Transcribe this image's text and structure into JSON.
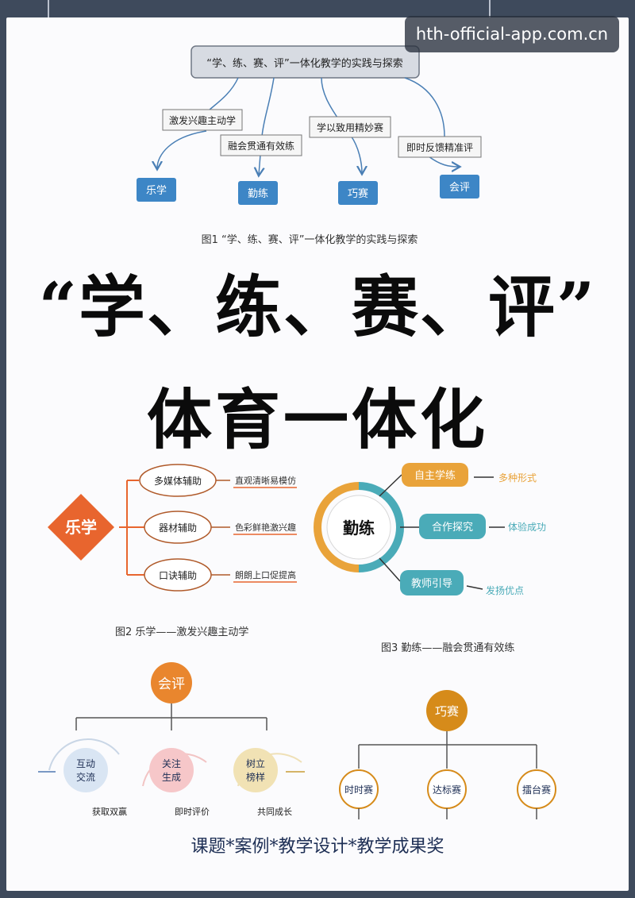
{
  "watermark": "hth-official-app.com.cn",
  "fig1": {
    "root": "“学、练、赛、评”一体化教学的实践与探索",
    "branches": [
      {
        "label": "激发兴趣主动学",
        "target": "乐学"
      },
      {
        "label": "融会贯通有效练",
        "target": "勤练"
      },
      {
        "label": "学以致用精妙赛",
        "target": "巧赛"
      },
      {
        "label": "即时反馈精准评",
        "target": "会评"
      }
    ],
    "caption": "图1 “学、练、赛、评”一体化教学的实践与探索"
  },
  "headline": {
    "line1": "“学、练、赛、评”",
    "line2": "体育一体化"
  },
  "fig2": {
    "center": "乐学",
    "items": [
      {
        "label": "多媒体辅助",
        "desc": "直观清晰易模仿"
      },
      {
        "label": "器材辅助",
        "desc": "色彩鲜艳激兴趣"
      },
      {
        "label": "口诀辅助",
        "desc": "朗朗上口促提高"
      }
    ],
    "caption": "图2 乐学——激发兴趣主动学"
  },
  "fig3": {
    "center": "勤练",
    "items": [
      {
        "label": "自主学练",
        "desc": "多种形式"
      },
      {
        "label": "合作探究",
        "desc": "体验成功"
      },
      {
        "label": "教师引导",
        "desc": "发扬优点"
      }
    ],
    "caption": "图3 勤练——融会贯通有效练"
  },
  "fig4": {
    "center": "会评",
    "items": [
      {
        "label": "互动交流",
        "desc": "获取双赢"
      },
      {
        "label": "关注生成",
        "desc": "即时评价"
      },
      {
        "label": "树立榜样",
        "desc": "共同成长"
      }
    ]
  },
  "fig5": {
    "center": "巧赛",
    "items": [
      "时时赛",
      "达标赛",
      "擂台赛"
    ]
  },
  "footer": "课题*案例*教学设计*教学成果奖",
  "colors": {
    "blue_box": "#3d86c6",
    "orange": "#e8652e",
    "gold": "#e9a33a",
    "teal": "#4aabb8",
    "navy": "#1e2f55"
  }
}
